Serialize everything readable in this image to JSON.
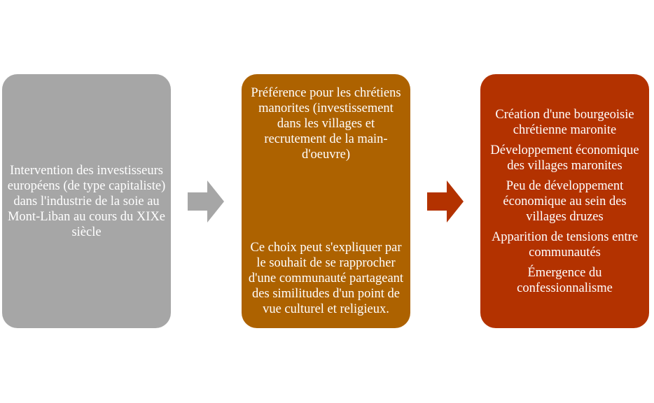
{
  "colors": {
    "box1": "#a6a6a6",
    "box2": "#ad6200",
    "box3": "#b33200"
  },
  "box1": {
    "text": "Intervention des investisseurs européens (de type capitaliste) dans l'industrie de la soie au Mont-Liban au cours du XIXe siècle"
  },
  "box2": {
    "paragraphs": [
      "Préférence pour les chrétiens manorites (investissement dans les villages et recrutement de la main-d'oeuvre)",
      "Ce choix peut s'expliquer par le souhait de se rapprocher d'une communauté partageant des similitudes d'un point de vue culturel et religieux."
    ]
  },
  "box3": {
    "items": [
      "Création d'une bourgeoisie chrétienne maronite",
      "Développement économique des villages maronites",
      "Peu de développement économique au sein des villages druzes",
      "Apparition de tensions entre communautés",
      "Émergence du confessionnalisme"
    ]
  }
}
